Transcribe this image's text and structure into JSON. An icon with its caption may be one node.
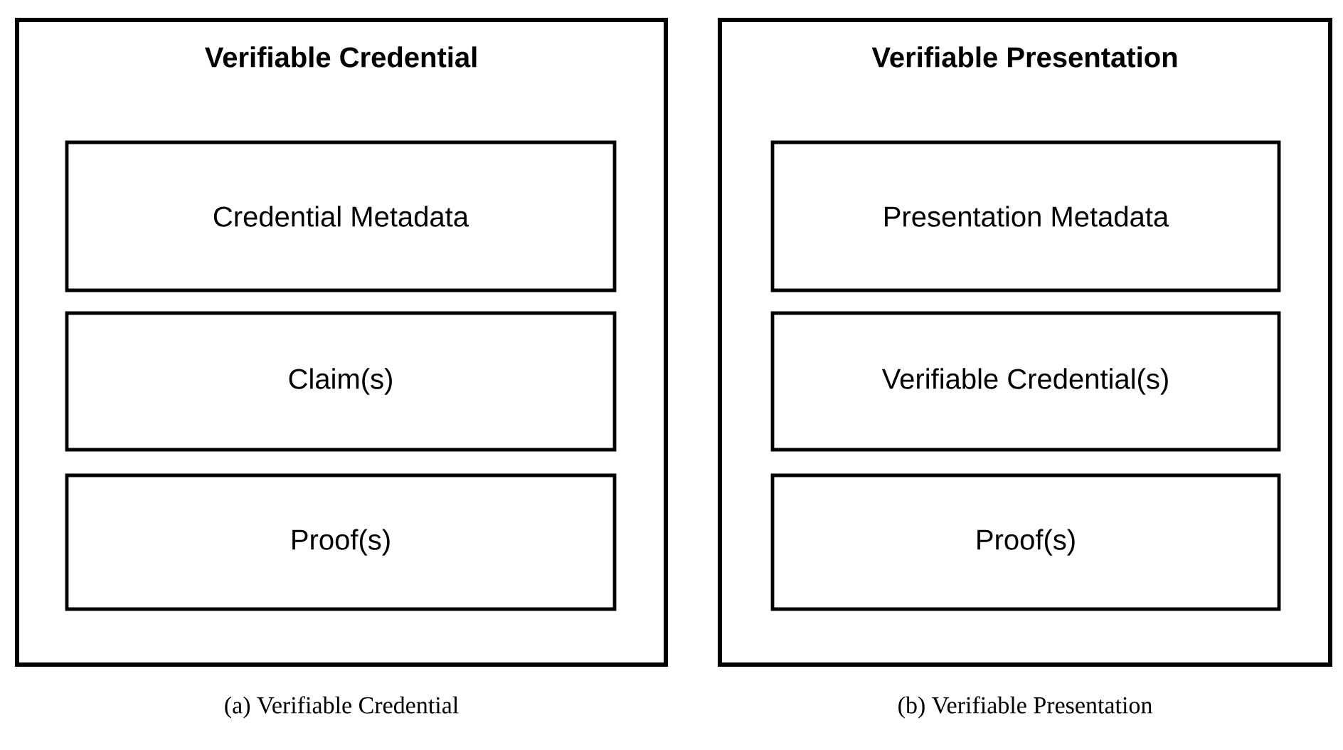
{
  "diagram": {
    "nodes": [
      {
        "text": [
          "Verifiable Credential"
        ],
        "beside": [
          "(a) Verifiable Credential"
        ]
      },
      {
        "text": [
          "Credential Metadata"
        ],
        "in": 0
      },
      {
        "text": [
          "Claim(s)"
        ],
        "in": 0
      },
      {
        "text": [
          "Proof(s)"
        ],
        "in": 0
      },
      {
        "text": [
          "Verifiable Presentation"
        ],
        "beside": [
          "(b) Verifiable Presentation"
        ]
      },
      {
        "text": [
          "Presentation Metadata"
        ],
        "in": 4
      },
      {
        "text": [
          "Verifiable Credential(s)"
        ],
        "in": 4
      },
      {
        "text": [
          "Proof(s)"
        ],
        "in": 4
      }
    ]
  }
}
